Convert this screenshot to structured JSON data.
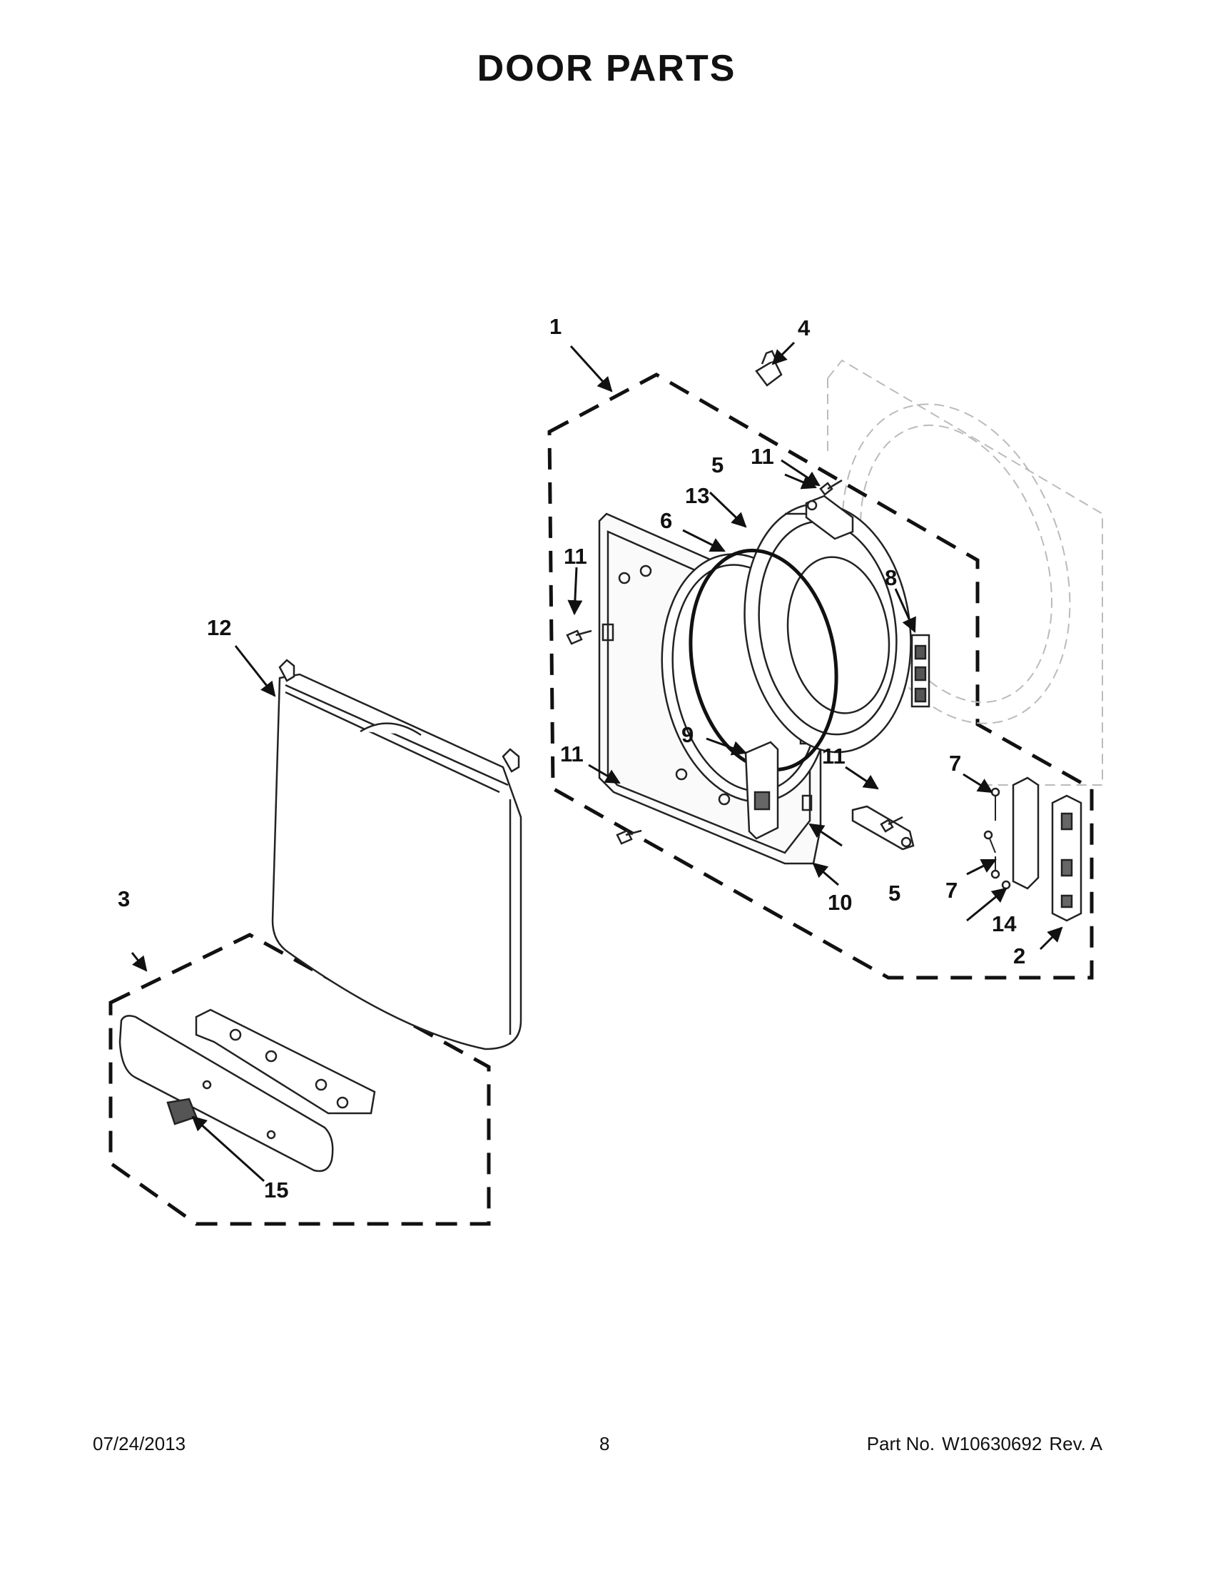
{
  "title": "DOOR PARTS",
  "callouts": {
    "c1": "1",
    "c2": "2",
    "c3": "3",
    "c4": "4",
    "c5a": "5",
    "c5b": "5",
    "c6": "6",
    "c7a": "7",
    "c7b": "7",
    "c8": "8",
    "c9": "9",
    "c10": "10",
    "c11a": "11",
    "c11b": "11",
    "c11c": "11",
    "c11d": "11",
    "c12": "12",
    "c13": "13",
    "c14": "14",
    "c15": "15"
  },
  "footer": {
    "date": "07/24/2013",
    "page": "8",
    "part_label": "Part No.",
    "part_number": "W10630692",
    "rev": "Rev. A"
  }
}
